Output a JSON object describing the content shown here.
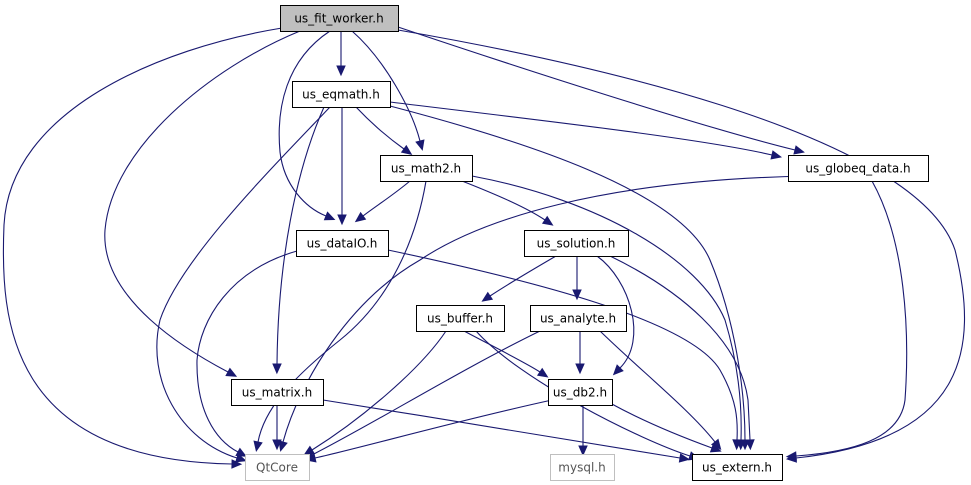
{
  "colors": {
    "edge": "#191970",
    "root_fill": "#bfbfbf",
    "external_border": "#bfbfbf"
  },
  "nodes": [
    {
      "id": "us_fit_worker",
      "label": "us_fit_worker.h",
      "kind": "root"
    },
    {
      "id": "us_eqmath",
      "label": "us_eqmath.h",
      "kind": "header"
    },
    {
      "id": "us_math2",
      "label": "us_math2.h",
      "kind": "header"
    },
    {
      "id": "us_globeq_data",
      "label": "us_globeq_data.h",
      "kind": "header"
    },
    {
      "id": "us_dataIO",
      "label": "us_dataIO.h",
      "kind": "header"
    },
    {
      "id": "us_solution",
      "label": "us_solution.h",
      "kind": "header"
    },
    {
      "id": "us_buffer",
      "label": "us_buffer.h",
      "kind": "header"
    },
    {
      "id": "us_analyte",
      "label": "us_analyte.h",
      "kind": "header"
    },
    {
      "id": "us_matrix",
      "label": "us_matrix.h",
      "kind": "header"
    },
    {
      "id": "us_db2",
      "label": "us_db2.h",
      "kind": "header"
    },
    {
      "id": "QtCore",
      "label": "QtCore",
      "kind": "external"
    },
    {
      "id": "mysql",
      "label": "mysql.h",
      "kind": "external"
    },
    {
      "id": "us_extern",
      "label": "us_extern.h",
      "kind": "header"
    }
  ],
  "edges": [
    [
      "us_fit_worker",
      "us_eqmath"
    ],
    [
      "us_fit_worker",
      "us_math2"
    ],
    [
      "us_fit_worker",
      "us_dataIO"
    ],
    [
      "us_fit_worker",
      "us_globeq_data"
    ],
    [
      "us_fit_worker",
      "us_matrix"
    ],
    [
      "us_fit_worker",
      "QtCore"
    ],
    [
      "us_fit_worker",
      "us_extern"
    ],
    [
      "us_eqmath",
      "us_math2"
    ],
    [
      "us_eqmath",
      "us_dataIO"
    ],
    [
      "us_eqmath",
      "us_globeq_data"
    ],
    [
      "us_eqmath",
      "us_matrix"
    ],
    [
      "us_eqmath",
      "QtCore"
    ],
    [
      "us_eqmath",
      "us_extern"
    ],
    [
      "us_math2",
      "us_dataIO"
    ],
    [
      "us_math2",
      "us_solution"
    ],
    [
      "us_math2",
      "QtCore"
    ],
    [
      "us_math2",
      "us_extern"
    ],
    [
      "us_globeq_data",
      "QtCore"
    ],
    [
      "us_globeq_data",
      "us_extern"
    ],
    [
      "us_dataIO",
      "QtCore"
    ],
    [
      "us_dataIO",
      "us_extern"
    ],
    [
      "us_solution",
      "us_buffer"
    ],
    [
      "us_solution",
      "us_analyte"
    ],
    [
      "us_solution",
      "us_db2"
    ],
    [
      "us_solution",
      "us_extern"
    ],
    [
      "us_buffer",
      "us_db2"
    ],
    [
      "us_buffer",
      "QtCore"
    ],
    [
      "us_buffer",
      "us_extern"
    ],
    [
      "us_analyte",
      "us_db2"
    ],
    [
      "us_analyte",
      "QtCore"
    ],
    [
      "us_analyte",
      "us_extern"
    ],
    [
      "us_matrix",
      "QtCore"
    ],
    [
      "us_matrix",
      "us_extern"
    ],
    [
      "us_db2",
      "QtCore"
    ],
    [
      "us_db2",
      "mysql"
    ],
    [
      "us_db2",
      "us_extern"
    ]
  ]
}
